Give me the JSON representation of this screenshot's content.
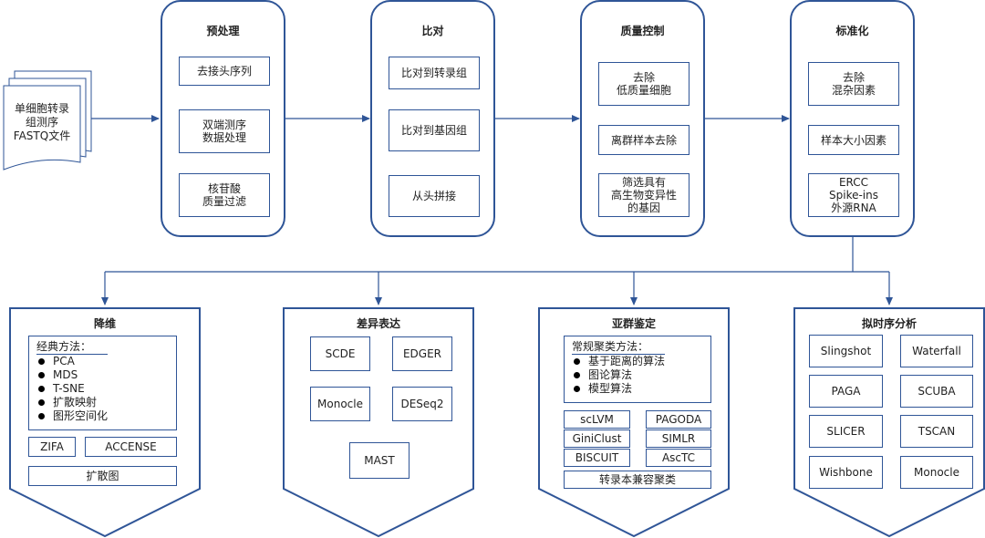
{
  "input_doc": {
    "label": "单细胞转录\n组测序\nFASTQ文件"
  },
  "top_panels": [
    {
      "title": "预处理",
      "items": [
        "去接头序列",
        "双端测序\n数据处理",
        "核苷酸\n质量过滤"
      ]
    },
    {
      "title": "比对",
      "items": [
        "比对到转录组",
        "比对到基因组",
        "从头拼接"
      ]
    },
    {
      "title": "质量控制",
      "items": [
        "去除\n低质量细胞",
        "离群样本去除",
        "筛选具有\n高生物变异性\n的基因"
      ]
    },
    {
      "title": "标准化",
      "items": [
        "去除\n混杂因素",
        "样本大小因素",
        "ERCC\nSpike-ins\n外源RNA"
      ]
    }
  ],
  "dim_reduction": {
    "title": "降维",
    "classic_header": "经典方法：",
    "classic_items": [
      "PCA",
      "MDS",
      "T-SNE",
      "扩散映射",
      "图形空间化"
    ],
    "tools": [
      "ZIFA",
      "ACCENSE"
    ],
    "extra": "扩散图"
  },
  "diff_expr": {
    "title": "差异表达",
    "tools": [
      "SCDE",
      "EDGER",
      "Monocle",
      "DESeq2",
      "MAST"
    ]
  },
  "subpop": {
    "title": "亚群鉴定",
    "classic_header": "常规聚类方法：",
    "classic_items": [
      "基于距离的算法",
      "图论算法",
      "模型算法"
    ],
    "tools": [
      "scLVM",
      "PAGODA",
      "GiniClust",
      "SIMLR",
      "BISCUIT",
      "AscTC"
    ],
    "extra": "转录本兼容聚类"
  },
  "pseudotime": {
    "title": "拟时序分析",
    "tools": [
      "Slingshot",
      "Waterfall",
      "PAGA",
      "SCUBA",
      "SLICER",
      "TSCAN",
      "Wishbone",
      "Monocle"
    ]
  }
}
